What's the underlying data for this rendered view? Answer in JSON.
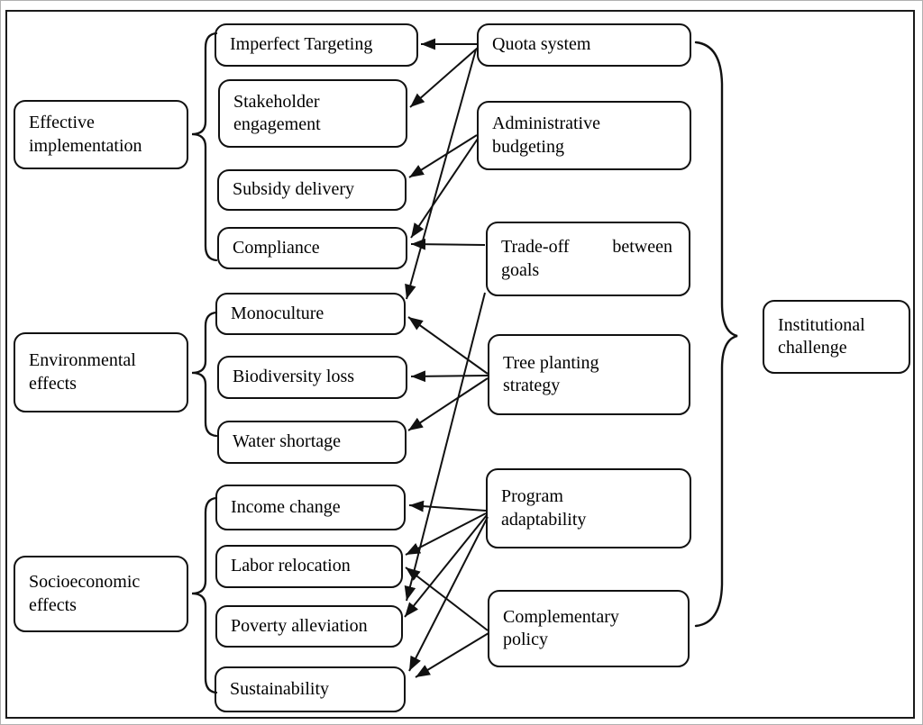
{
  "figure": {
    "type": "concept-diagram",
    "colors": {
      "ink": "#111111",
      "background": "#ffffff"
    },
    "categories": [
      {
        "id": "effective-implementation",
        "label": "Effective implementation",
        "children": [
          "imperfect-targeting",
          "stakeholder-engagement",
          "subsidy-delivery",
          "compliance"
        ]
      },
      {
        "id": "environmental-effects",
        "label": "Environmental effects",
        "children": [
          "monoculture",
          "biodiversity-loss",
          "water-shortage"
        ]
      },
      {
        "id": "socioeconomic-effects",
        "label": "Socioeconomic effects",
        "children": [
          "income-change",
          "labor-relocation",
          "poverty-alleviation",
          "sustainability"
        ]
      }
    ],
    "effects": [
      {
        "id": "imperfect-targeting",
        "label": "Imperfect Targeting"
      },
      {
        "id": "stakeholder-engagement",
        "label": "Stakeholder engagement"
      },
      {
        "id": "subsidy-delivery",
        "label": "Subsidy delivery"
      },
      {
        "id": "compliance",
        "label": "Compliance"
      },
      {
        "id": "monoculture",
        "label": "Monoculture"
      },
      {
        "id": "biodiversity-loss",
        "label": "Biodiversity loss"
      },
      {
        "id": "water-shortage",
        "label": "Water shortage"
      },
      {
        "id": "income-change",
        "label": "Income change"
      },
      {
        "id": "labor-relocation",
        "label": "Labor relocation"
      },
      {
        "id": "poverty-alleviation",
        "label": "Poverty alleviation"
      },
      {
        "id": "sustainability",
        "label": "Sustainability"
      }
    ],
    "challenges": [
      {
        "id": "quota-system",
        "label": "Quota system"
      },
      {
        "id": "administrative-budgeting",
        "label": "Administrative budgeting"
      },
      {
        "id": "tradeoff-between-goals",
        "label": "Trade-off between goals"
      },
      {
        "id": "tree-planting-strategy",
        "label": "Tree planting strategy"
      },
      {
        "id": "program-adaptability",
        "label": "Program adaptability"
      },
      {
        "id": "complementary-policy",
        "label": "Complementary policy"
      }
    ],
    "sink": {
      "id": "institutional-challenge",
      "label": "Institutional challenge"
    },
    "edges": [
      {
        "from": "quota-system",
        "to": "imperfect-targeting"
      },
      {
        "from": "quota-system",
        "to": "stakeholder-engagement"
      },
      {
        "from": "quota-system",
        "to": "monoculture"
      },
      {
        "from": "administrative-budgeting",
        "to": "subsidy-delivery"
      },
      {
        "from": "administrative-budgeting",
        "to": "compliance"
      },
      {
        "from": "tradeoff-between-goals",
        "to": "compliance"
      },
      {
        "from": "tradeoff-between-goals",
        "to": "poverty-alleviation"
      },
      {
        "from": "tree-planting-strategy",
        "to": "monoculture"
      },
      {
        "from": "tree-planting-strategy",
        "to": "biodiversity-loss"
      },
      {
        "from": "tree-planting-strategy",
        "to": "water-shortage"
      },
      {
        "from": "program-adaptability",
        "to": "income-change"
      },
      {
        "from": "program-adaptability",
        "to": "labor-relocation"
      },
      {
        "from": "program-adaptability",
        "to": "poverty-alleviation"
      },
      {
        "from": "program-adaptability",
        "to": "sustainability"
      },
      {
        "from": "complementary-policy",
        "to": "labor-relocation"
      },
      {
        "from": "complementary-policy",
        "to": "sustainability"
      }
    ],
    "braces": [
      {
        "id": "brace-effective-implementation",
        "groups": "effective-implementation"
      },
      {
        "id": "brace-environmental-effects",
        "groups": "environmental-effects"
      },
      {
        "id": "brace-socioeconomic-effects",
        "groups": "socioeconomic-effects"
      },
      {
        "id": "brace-institutional-challenge",
        "groups": "institutional-challenge"
      }
    ]
  }
}
